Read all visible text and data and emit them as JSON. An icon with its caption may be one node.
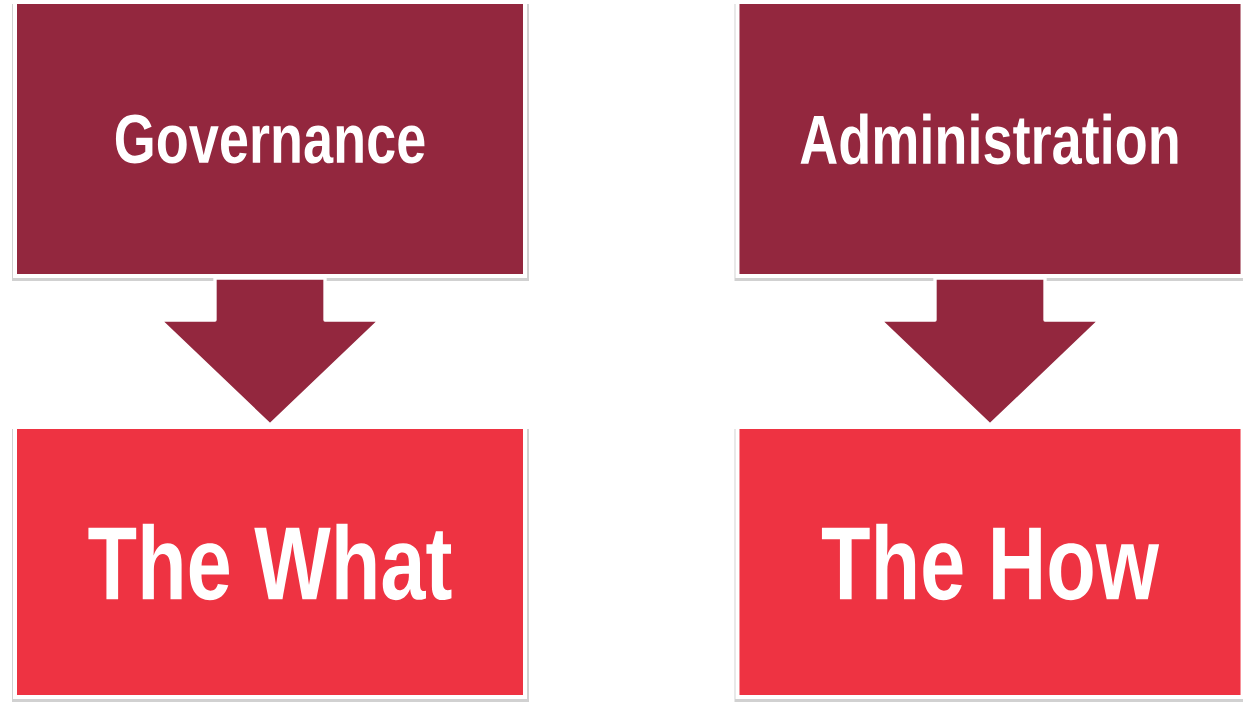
{
  "diagram": {
    "nodes": [
      {
        "text": [
          "Governance"
        ]
      },
      {
        "text": [
          "The What"
        ]
      },
      {
        "text": [
          "Administration"
        ]
      },
      {
        "text": [
          "The How"
        ]
      }
    ],
    "edges": [
      {
        "from": 0,
        "to": 1,
        "arrow": "to"
      },
      {
        "from": 2,
        "to": 3,
        "arrow": "to"
      }
    ]
  }
}
